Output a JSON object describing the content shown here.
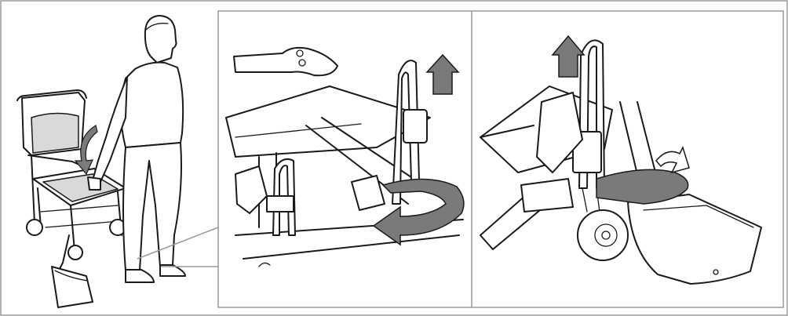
{
  "figure": {
    "panels": [
      {
        "id": "overview",
        "content": "person-beside-shower-commode-chair"
      },
      {
        "id": "detail-left",
        "content": "lift-footrest-hanger-and-swing-outward"
      },
      {
        "id": "detail-right",
        "content": "lift-footrest-hanger-and-swing-outward"
      }
    ],
    "colors": {
      "background": "#ffffff",
      "panel_border": "#9a9a9a",
      "line_art": "#1a1a1a",
      "arrow_fill": "#7a7a7a",
      "light_shade": "#d9d9d9"
    },
    "icons": [
      "up-arrow-icon",
      "rotate-arrow-icon",
      "curved-down-arrow-icon"
    ]
  }
}
